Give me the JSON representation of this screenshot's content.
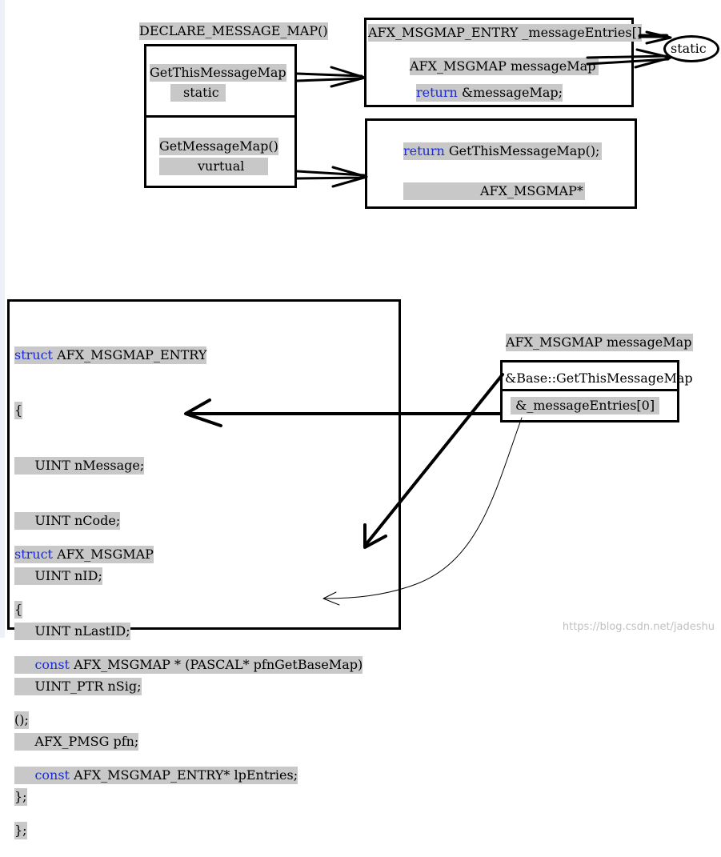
{
  "top": {
    "declare_label": "DECLARE_MESSAGE_MAP()",
    "left_box_1": {
      "line1": "GetThisMessageMap",
      "line2": "static"
    },
    "left_box_2": {
      "line1": "GetMessageMap()",
      "line2": "vurtual"
    },
    "right_box_1": {
      "header": "AFX_MSGMAP_ENTRY _messageEntries[]",
      "line1": "AFX_MSGMAP messageMap",
      "kw_return": "return",
      "line2_rest": " &messageMap;"
    },
    "ellipse_label": "static",
    "right_box_2": {
      "kw_return": "return",
      "line1_rest": " GetThisMessageMap();",
      "line2": "AFX_MSGMAP*"
    }
  },
  "bottom": {
    "struct1": {
      "kw": "struct",
      "name": " AFX_MSGMAP_ENTRY",
      "open": "{",
      "fields": [
        "     UINT nMessage;",
        "     UINT nCode;",
        "     UINT nID;",
        "     UINT nLastID;",
        "     UINT_PTR nSig;",
        "     AFX_PMSG pfn;"
      ],
      "close": "};"
    },
    "struct2": {
      "kw": "struct",
      "name": " AFX_MSGMAP",
      "open": "{",
      "f1_kw": "const",
      "f1_rest": " AFX_MSGMAP * (PASCAL* pfnGetBaseMap)",
      "f1_cont": "();",
      "f2_kw": "const",
      "f2_rest": " AFX_MSGMAP_ENTRY* lpEntries;",
      "close": "};"
    },
    "mm_label": "AFX_MSGMAP messageMap",
    "mm_row1": "&Base::GetThisMessageMap",
    "mm_row2": "&_messageEntries[0]"
  },
  "watermark": "https://blog.csdn.net/jadeshu"
}
